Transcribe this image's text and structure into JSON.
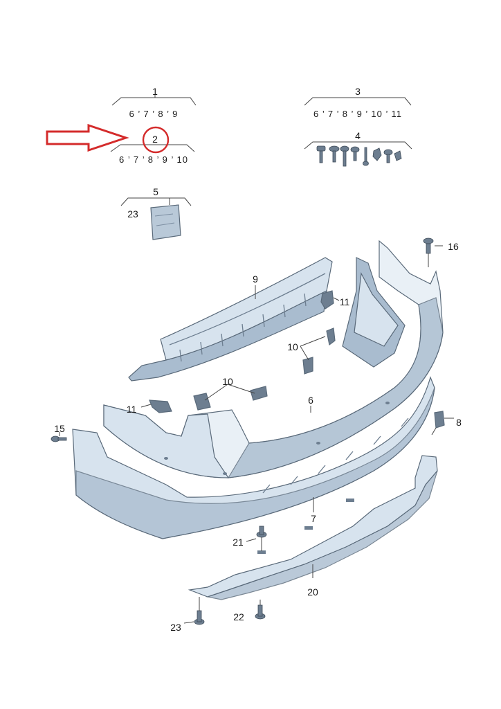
{
  "groups": {
    "g1": {
      "number": "1",
      "sub": "6 ’ 7 ’ 8 ’ 9"
    },
    "g2": {
      "number": "2",
      "sub": "6 ’ 7 ’ 8 ’ 9 ’ 10"
    },
    "g3": {
      "number": "3",
      "sub": "6 ’ 7 ’ 8 ’ 9 ’ 10 ’ 11"
    },
    "g4": {
      "number": "4"
    },
    "g5": {
      "number": "5",
      "extra": "23"
    }
  },
  "callouts": {
    "c6": "6",
    "c7": "7",
    "c8": "8",
    "c9": "9",
    "c10a": "10",
    "c10b": "10",
    "c11a": "11",
    "c11b": "11",
    "c15": "15",
    "c16": "16",
    "c20": "20",
    "c21": "21",
    "c22": "22",
    "c23": "23"
  },
  "colors": {
    "highlight": "#d42b2b",
    "part_fill": "#c3d3e2",
    "part_shadow": "#7d8fa2"
  }
}
